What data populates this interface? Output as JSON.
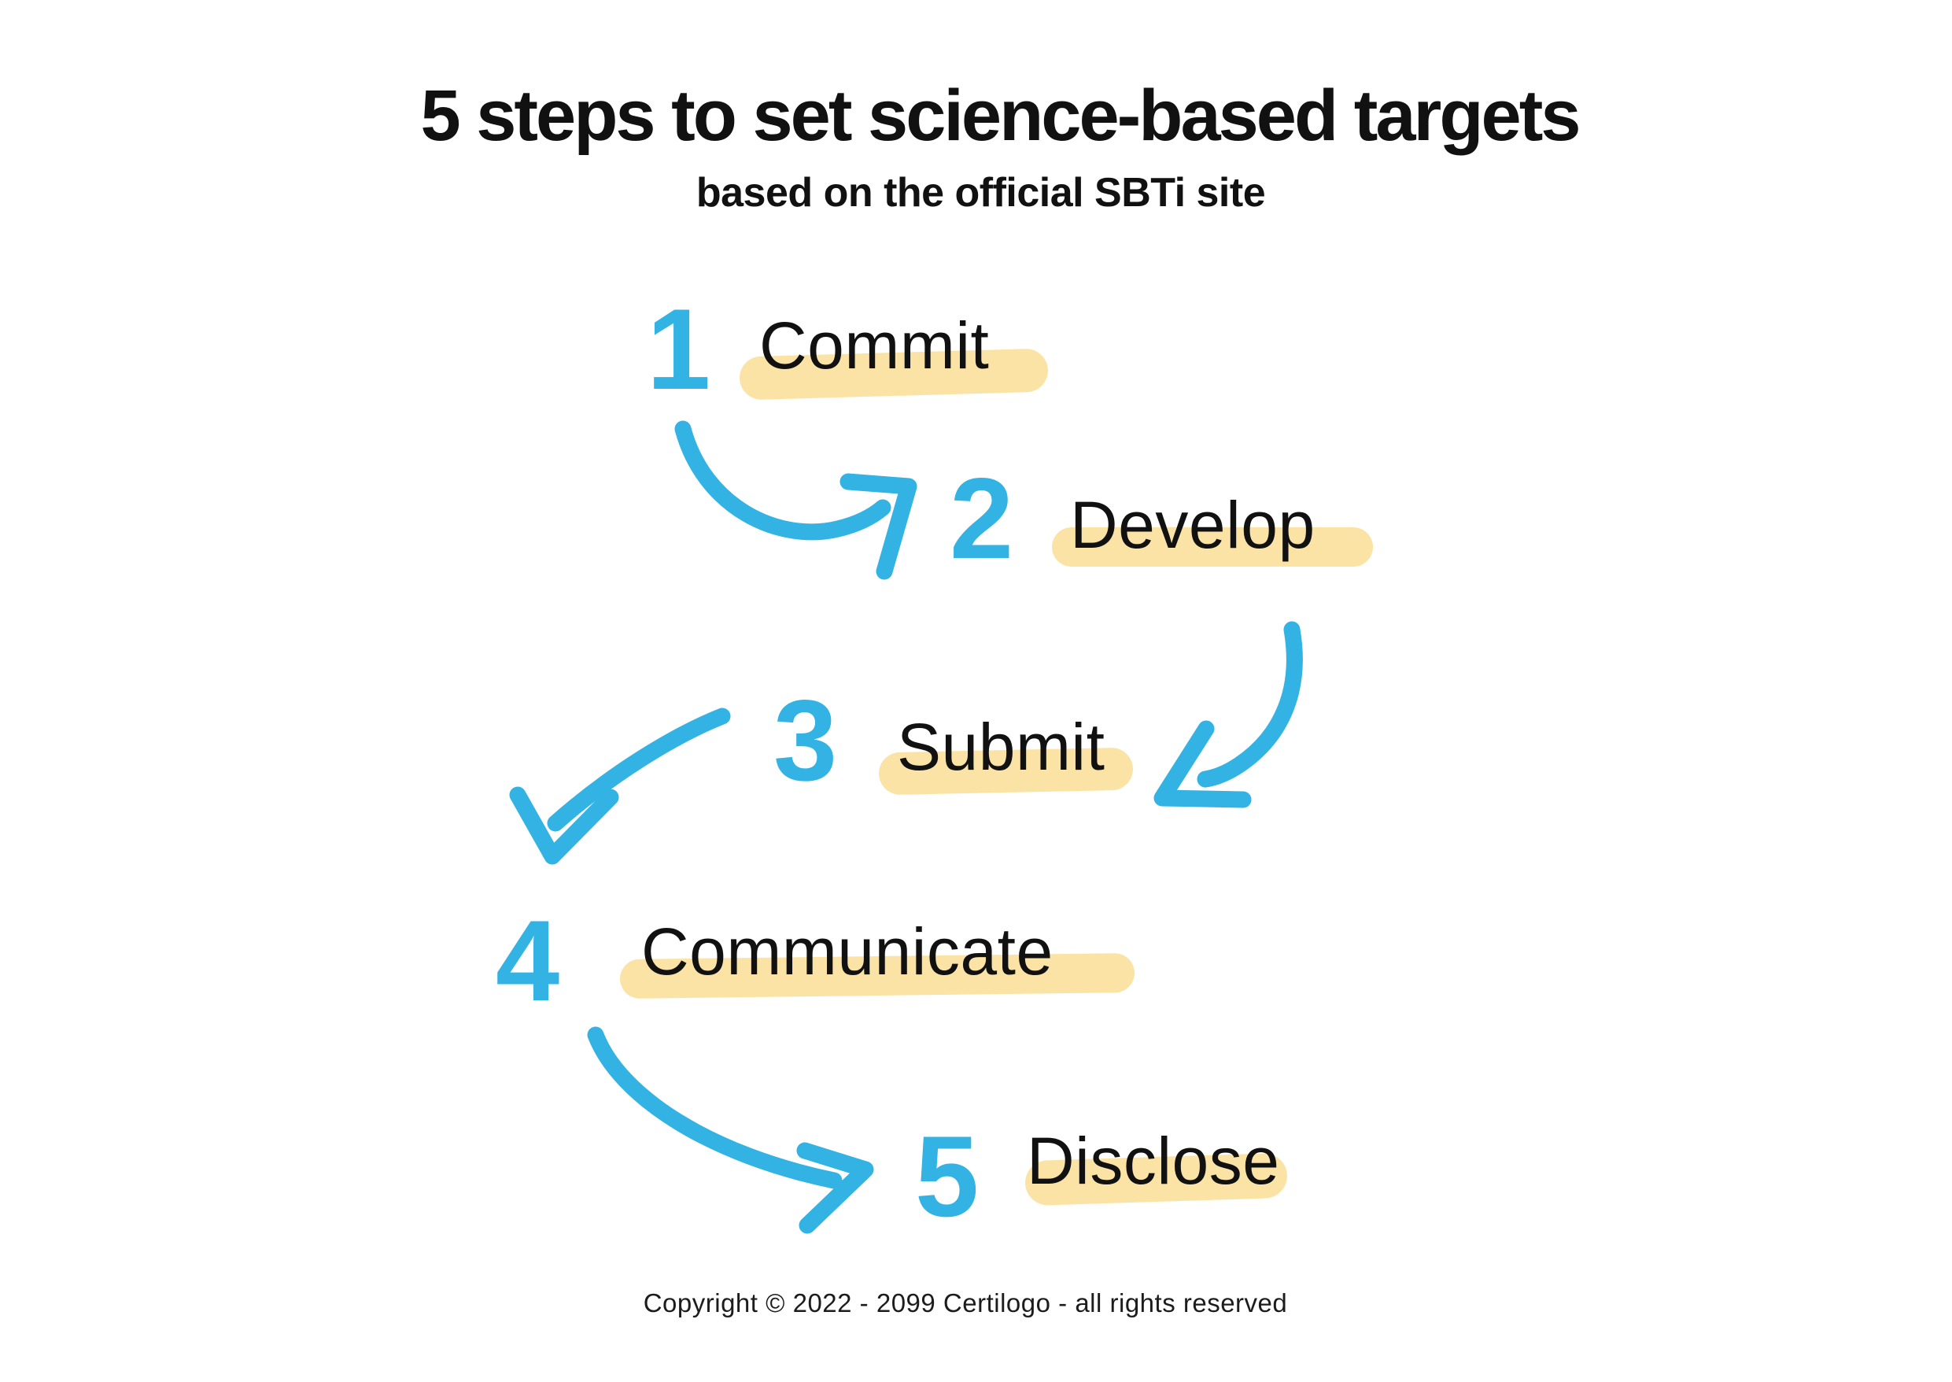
{
  "page": {
    "title": "5 steps to set science-based targets",
    "subtitle": "based on the official SBTi site",
    "footer": "Copyright © 2022 - 2099 Certilogo - all rights reserved"
  },
  "colors": {
    "accent_blue": "#33b3e4",
    "highlight_yellow": "#fae3a5",
    "text_black": "#111111",
    "background": "#ffffff"
  },
  "steps": [
    {
      "number": "1",
      "label": "Commit"
    },
    {
      "number": "2",
      "label": "Develop"
    },
    {
      "number": "3",
      "label": "Submit"
    },
    {
      "number": "4",
      "label": "Communicate"
    },
    {
      "number": "5",
      "label": "Disclose"
    }
  ],
  "arrows": [
    {
      "name": "curved-arrow-1-to-2",
      "from": "Commit",
      "to": "Develop"
    },
    {
      "name": "curved-arrow-2-to-3",
      "from": "Develop",
      "to": "Submit"
    },
    {
      "name": "curved-arrow-3-to-4",
      "from": "Submit",
      "to": "Communicate"
    },
    {
      "name": "curved-arrow-4-to-5",
      "from": "Communicate",
      "to": "Disclose"
    }
  ]
}
